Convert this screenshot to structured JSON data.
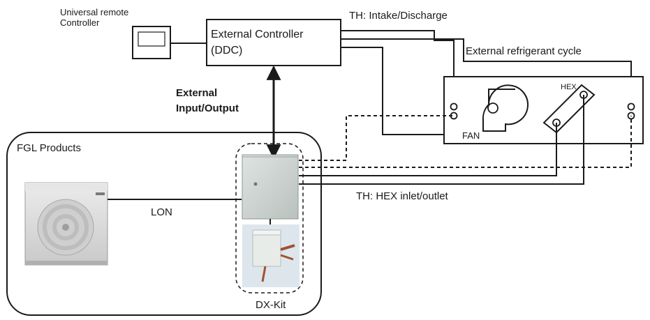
{
  "labels": {
    "universal_remote_line1": "Universal remote",
    "universal_remote_line2": "Controller",
    "external_controller_line1": "External Controller",
    "external_controller_line2": "(DDC)",
    "th_intake_discharge": "TH: Intake/Discharge",
    "external_refrigerant_cycle": "External refrigerant cycle",
    "external_io_line1": "External",
    "external_io_line2": "Input/Output",
    "hex": "HEX",
    "fan": "FAN",
    "fgl_products": "FGL Products",
    "lon": "LON",
    "th_hex_inlet_outlet": "TH: HEX inlet/outlet",
    "dx_kit": "DX-Kit"
  },
  "colors": {
    "line": "#1a1a1a",
    "outdoor_unit_body": "#d9d9d9",
    "control_box": "#cfd5d2",
    "kit_background": "#dde6ec"
  }
}
